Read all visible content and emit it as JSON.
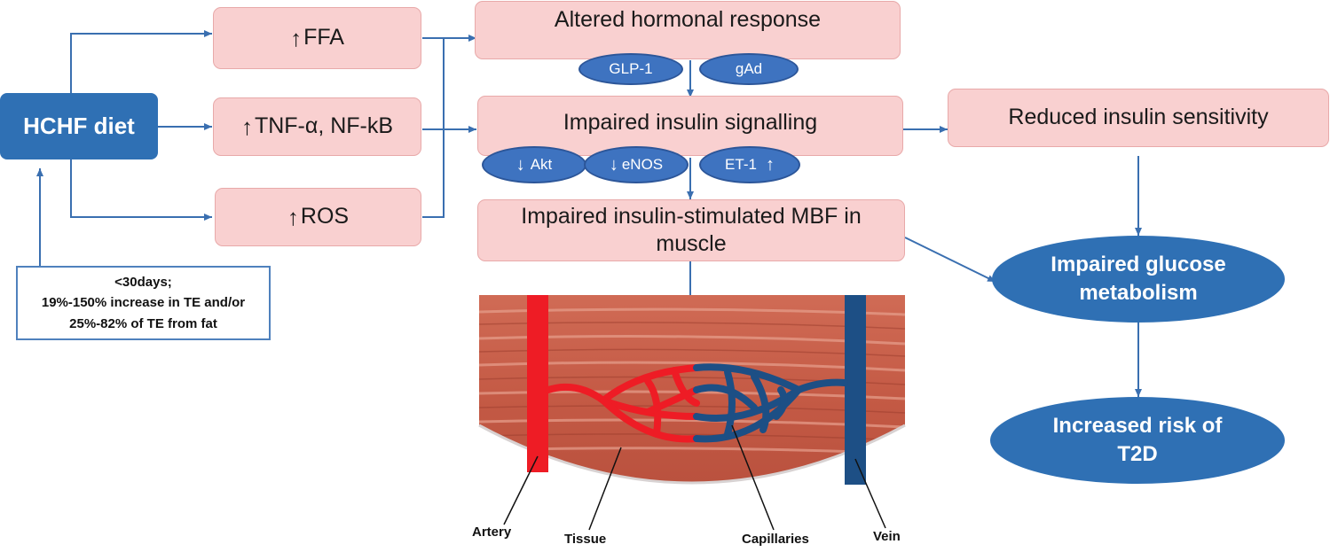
{
  "hchf": "HCHF diet",
  "note": {
    "line1": "<30days;",
    "line2": "19%-150% increase in TE and/or",
    "line3": "25%-82% of TE from fat"
  },
  "boxes": {
    "ffa": "FFA",
    "tnf": "TNF-α, NF-kB",
    "ros": "ROS",
    "hormonal": "Altered hormonal response",
    "signalling": "Impaired insulin signalling",
    "mbf_line1": "Impaired insulin-stimulated MBF in",
    "mbf_line2": "muscle",
    "sensitivity": "Reduced insulin sensitivity"
  },
  "pills": {
    "glp1": "GLP-1",
    "gad": "gAd",
    "akt": "Akt",
    "enos": "eNOS",
    "et1": "ET-1"
  },
  "outcomes": {
    "glucose_line1": "Impaired glucose",
    "glucose_line2": "metabolism",
    "risk_line1": "Increased risk of",
    "risk_line2": "T2D"
  },
  "labels": {
    "artery": "Artery",
    "tissue": "Tissue",
    "capillaries": "Capillaries",
    "vein": "Vein"
  },
  "colors": {
    "box_fill": "#f9d0d0",
    "blue": "#2f70b4",
    "arrow": "#3a6fb0",
    "artery": "#ee1c25",
    "vein": "#1d4f85",
    "muscle": "#c8604a"
  }
}
